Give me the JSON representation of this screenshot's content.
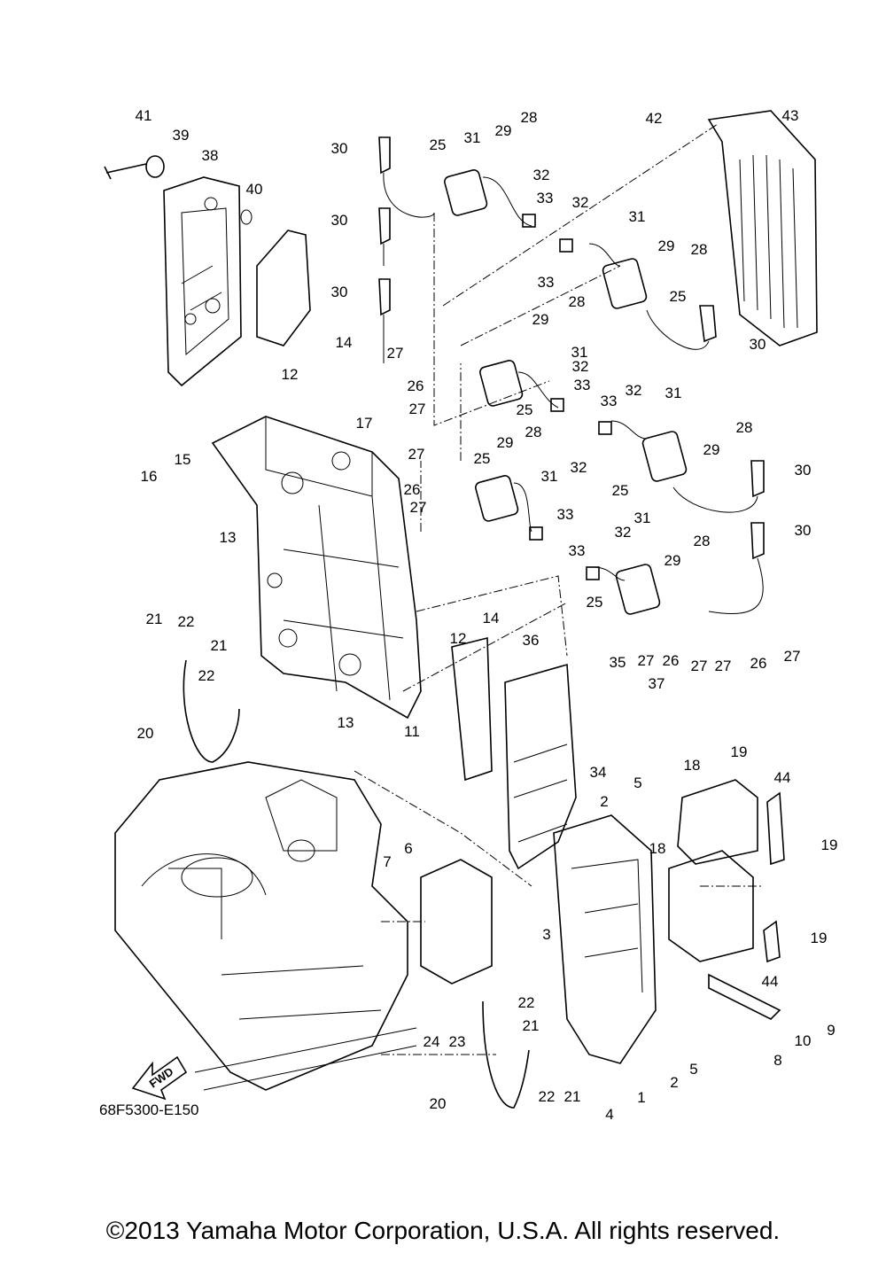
{
  "diagram": {
    "drawing_code": "68F5300-E150",
    "fwd_label": "FWD",
    "copyright": "©2013 Yamaha Motor Corporation, U.S.A. All rights reserved.",
    "callouts": [
      "41",
      "39",
      "38",
      "40",
      "30",
      "25",
      "31",
      "29",
      "28",
      "32",
      "33",
      "42",
      "43",
      "30",
      "32",
      "31",
      "28",
      "29",
      "33",
      "25",
      "30",
      "28",
      "29",
      "31",
      "32",
      "33",
      "30",
      "14",
      "12",
      "27",
      "26",
      "25",
      "33",
      "32",
      "31",
      "28",
      "29",
      "17",
      "27",
      "27",
      "26",
      "27",
      "29",
      "28",
      "25",
      "31",
      "32",
      "33",
      "25",
      "30",
      "30",
      "15",
      "16",
      "13",
      "32",
      "31",
      "33",
      "28",
      "29",
      "25",
      "14",
      "12",
      "27",
      "26",
      "27",
      "27",
      "26",
      "27",
      "21",
      "22",
      "21",
      "22",
      "20",
      "13",
      "11",
      "36",
      "35",
      "37",
      "34",
      "19",
      "18",
      "44",
      "5",
      "2",
      "19",
      "18",
      "6",
      "7",
      "3",
      "19",
      "44",
      "9",
      "10",
      "8",
      "22",
      "21",
      "24",
      "23",
      "22",
      "21",
      "20",
      "4",
      "1",
      "2",
      "5"
    ]
  }
}
